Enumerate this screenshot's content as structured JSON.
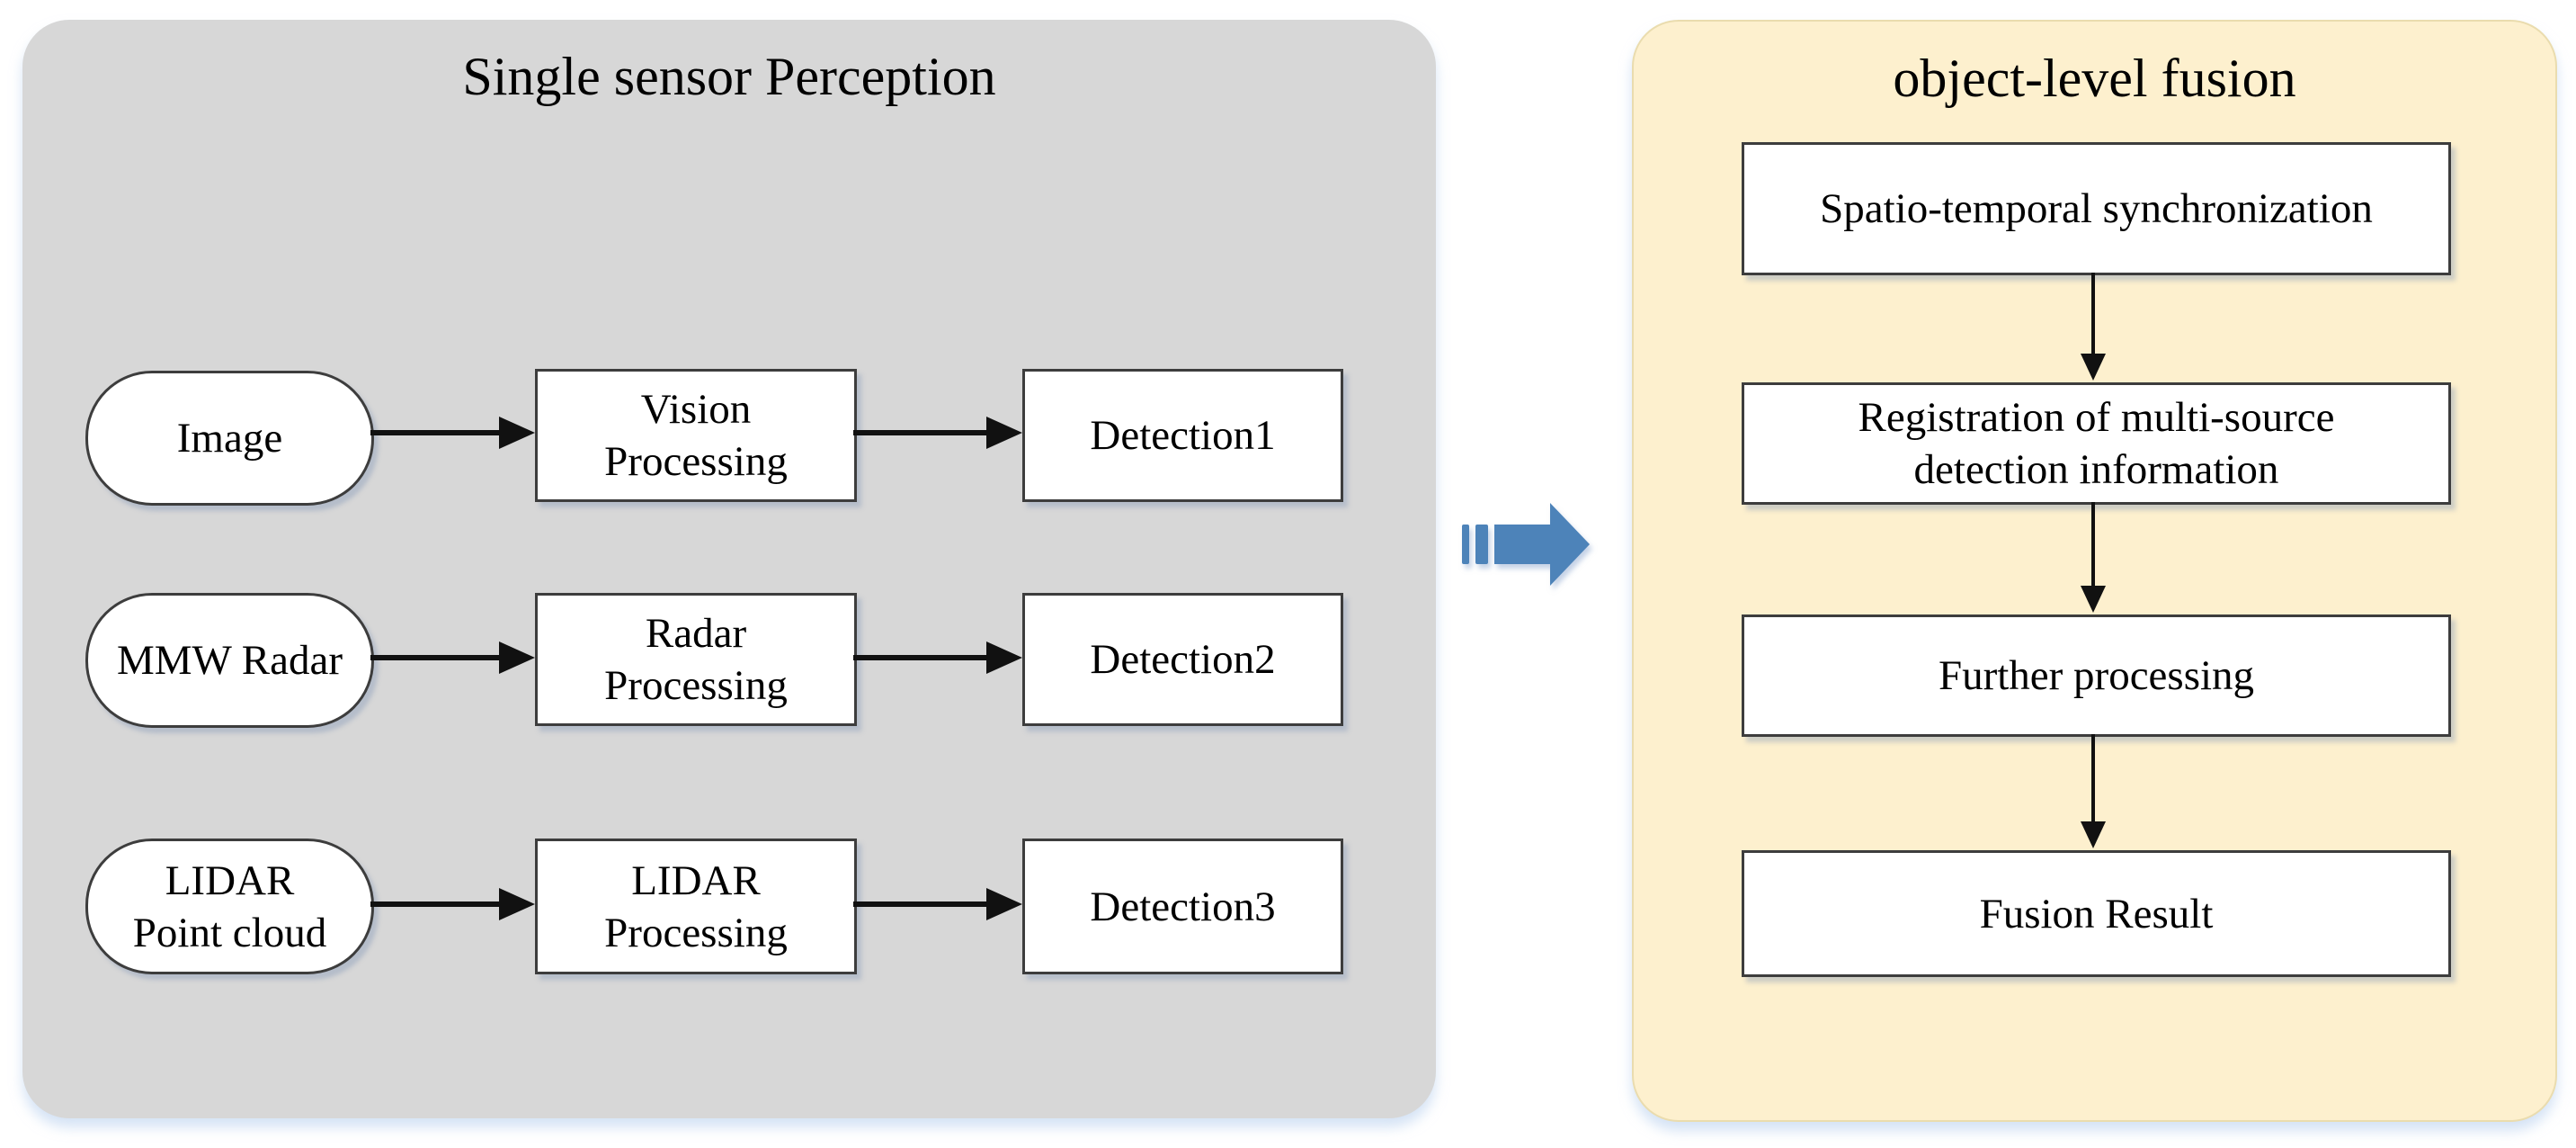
{
  "diagram": {
    "left_panel": {
      "title": "Single sensor Perception",
      "rows": [
        {
          "source": "Image",
          "processing": "Vision\nProcessing",
          "detection": "Detection1"
        },
        {
          "source": "MMW Radar",
          "processing": "Radar\nProcessing",
          "detection": "Detection2"
        },
        {
          "source": "LIDAR\nPoint cloud",
          "processing": "LIDAR\nProcessing",
          "detection": "Detection3"
        }
      ]
    },
    "right_panel": {
      "title": "object-level fusion",
      "steps": [
        "Spatio-temporal synchronization",
        "Registration of multi-source\ndetection information",
        "Further processing",
        "Fusion Result"
      ]
    },
    "colors": {
      "left_panel_bg": "#d7d7d7",
      "right_panel_bg": "#fdf0ce",
      "node_bg": "#ffffff",
      "node_border": "#3d3d3d",
      "arrow_black": "#111111",
      "fusion_arrow_blue": "#4d83b9"
    }
  }
}
